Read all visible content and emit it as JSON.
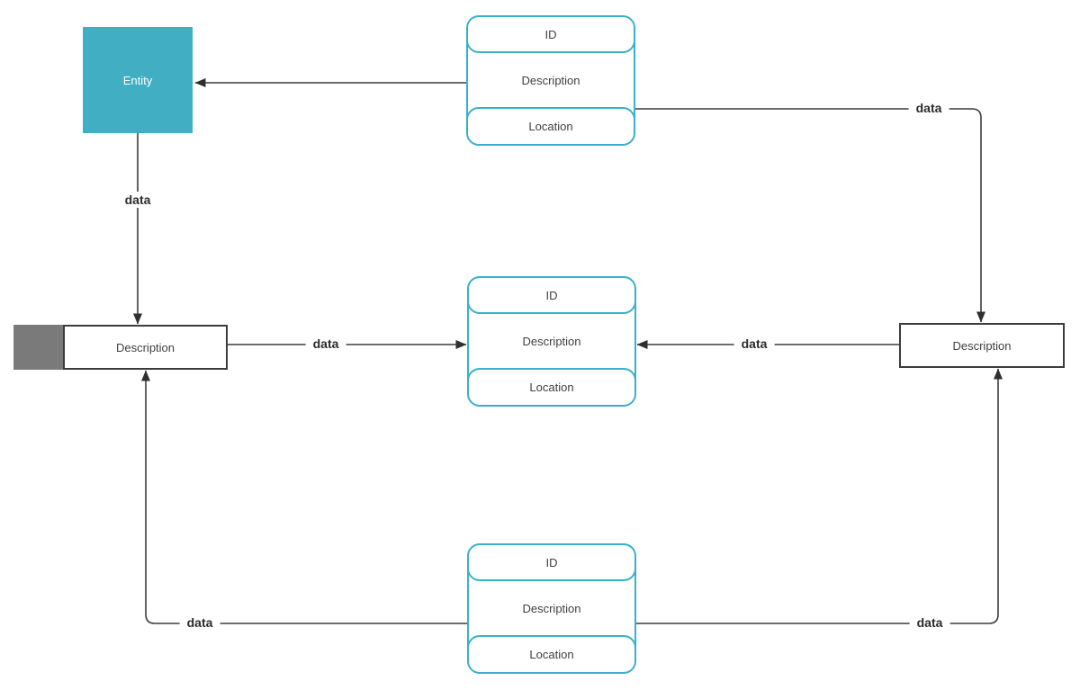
{
  "colors": {
    "entity_fill": "#41aec3",
    "process_border": "#3ab0c9",
    "store_gray": "#7a7a7a",
    "edge_stroke": "#3c3c3c",
    "node_text": "#3f3f3f",
    "entity_text": "#ffffff",
    "background": "#ffffff"
  },
  "entity": {
    "label": "Entity"
  },
  "processes": {
    "top": {
      "id": "ID",
      "description": "Description",
      "location": "Location"
    },
    "middle": {
      "id": "ID",
      "description": "Description",
      "location": "Location"
    },
    "bottom": {
      "id": "ID",
      "description": "Description",
      "location": "Location"
    }
  },
  "data_store_left": {
    "label": "Description"
  },
  "external_right": {
    "label": "Description"
  },
  "edge_labels": {
    "entity_to_store": "data",
    "store_to_middle": "data",
    "right_to_middle": "data",
    "top_to_right": "data",
    "bottom_to_store": "data",
    "bottom_to_right": "data"
  }
}
